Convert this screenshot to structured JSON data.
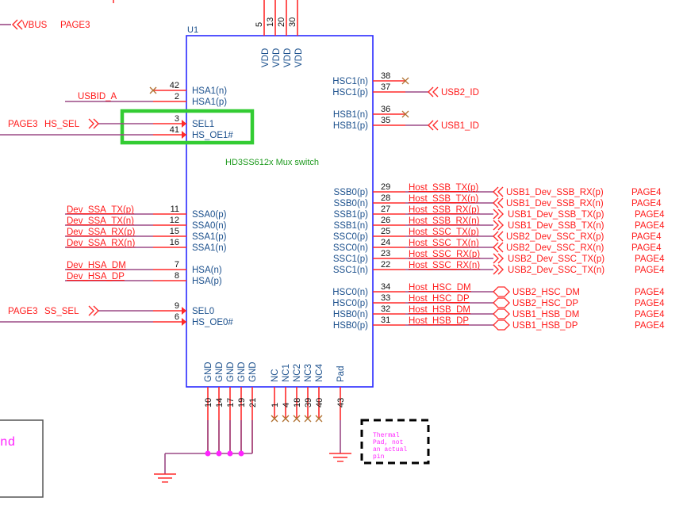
{
  "component": {
    "ref": "U1",
    "part_label": "HD3SS612x Mux switch"
  },
  "top_pins": [
    {
      "num": "5",
      "name": "VDD"
    },
    {
      "num": "13",
      "name": "VDD"
    },
    {
      "num": "20",
      "name": "VDD"
    },
    {
      "num": "30",
      "name": "VDD"
    }
  ],
  "bottom_pins": [
    {
      "num": "10",
      "name": "GND"
    },
    {
      "num": "14",
      "name": "GND"
    },
    {
      "num": "17",
      "name": "GND"
    },
    {
      "num": "19",
      "name": "GND"
    },
    {
      "num": "21",
      "name": "GND"
    },
    {
      "num": "1",
      "name": "NC"
    },
    {
      "num": "4",
      "name": "NC1"
    },
    {
      "num": "18",
      "name": "NC2"
    },
    {
      "num": "39",
      "name": "NC3"
    },
    {
      "num": "40",
      "name": "NC4"
    },
    {
      "num": "43",
      "name": "Pad"
    }
  ],
  "vbus": {
    "net": "VBUS",
    "page": "PAGE3"
  },
  "left_pins": [
    {
      "num": "42",
      "name": "HSA1(n)",
      "net": ""
    },
    {
      "num": "2",
      "name": "HSA1(p)",
      "net": "USBID_A"
    },
    {
      "num": "3",
      "name": "SEL1",
      "net": "HS_SEL",
      "page": "PAGE3"
    },
    {
      "num": "41",
      "name": "HS_OE1#",
      "net": ""
    },
    {
      "num": "11",
      "name": "SSA0(p)",
      "net": "Dev_SSA_TX(p)"
    },
    {
      "num": "12",
      "name": "SSA0(n)",
      "net": "Dev_SSA_TX(n)"
    },
    {
      "num": "15",
      "name": "SSA1(p)",
      "net": "Dev_SSA_RX(p)"
    },
    {
      "num": "16",
      "name": "SSA1(n)",
      "net": "Dev_SSA_RX(n)"
    },
    {
      "num": "7",
      "name": "HSA(n)",
      "net": "Dev_HSA_DM"
    },
    {
      "num": "8",
      "name": "HSA(p)",
      "net": "Dev_HSA_DP"
    },
    {
      "num": "9",
      "name": "SEL0",
      "net": "SS_SEL",
      "page": "PAGE3"
    },
    {
      "num": "6",
      "name": "HS_OE0#",
      "net": ""
    }
  ],
  "right_pins": [
    {
      "num": "38",
      "name": "HSC1(n)",
      "net": ""
    },
    {
      "num": "37",
      "name": "HSC1(p)",
      "net": "USB2_ID"
    },
    {
      "num": "36",
      "name": "HSB1(n)",
      "net": ""
    },
    {
      "num": "35",
      "name": "HSB1(p)",
      "net": "USB1_ID"
    },
    {
      "num": "29",
      "name": "SSB0(p)",
      "net": "Host_SSB_TX(p)",
      "port": "USB1_Dev_SSB_RX(p)",
      "page": "PAGE4"
    },
    {
      "num": "28",
      "name": "SSB0(n)",
      "net": "Host_SSB_TX(n)",
      "port": "USB1_Dev_SSB_RX(n)",
      "page": "PAGE4"
    },
    {
      "num": "27",
      "name": "SSB1(p)",
      "net": "Host_SSB_RX(p)",
      "port": "USB1_Dev_SSB_TX(p)",
      "page": "PAGE4"
    },
    {
      "num": "26",
      "name": "SSB1(n)",
      "net": "Host_SSB_RX(n)",
      "port": "USB1_Dev_SSB_TX(n)",
      "page": "PAGE4"
    },
    {
      "num": "25",
      "name": "SSC0(p)",
      "net": "Host_SSC_TX(p)",
      "port": "USB2_Dev_SSC_RX(p)",
      "page": "PAGE4"
    },
    {
      "num": "24",
      "name": "SSC0(n)",
      "net": "Host_SSC_TX(n)",
      "port": "USB2_Dev_SSC_RX(n)",
      "page": "PAGE4"
    },
    {
      "num": "23",
      "name": "SSC1(p)",
      "net": "Host_SSC_RX(p)",
      "port": "USB2_Dev_SSC_TX(p)",
      "page": "PAGE4"
    },
    {
      "num": "22",
      "name": "SSC1(n)",
      "net": "Host_SSC_RX(n)",
      "port": "USB2_Dev_SSC_TX(n)",
      "page": "PAGE4"
    },
    {
      "num": "34",
      "name": "HSC0(n)",
      "net": "Host_HSC_DM",
      "port": "USB2_HSC_DM",
      "page": "PAGE4"
    },
    {
      "num": "33",
      "name": "HSC0(p)",
      "net": "Host_HSC_DP",
      "port": "USB2_HSC_DP",
      "page": "PAGE4"
    },
    {
      "num": "32",
      "name": "HSB0(n)",
      "net": "Host_HSB_DM",
      "port": "USB1_HSB_DM",
      "page": "PAGE4"
    },
    {
      "num": "31",
      "name": "HSB0(p)",
      "net": "Host_HSB_DP",
      "port": "USB1_HSB_DP",
      "page": "PAGE4"
    }
  ],
  "note_thermal": "Thermal Pad, not an actual pin",
  "note_thermal_lines": [
    "Thermal",
    "Pad, not",
    "an actual",
    "pin"
  ],
  "note_left_fragment": "nd",
  "colors": {
    "pin": "#ff2a2a",
    "wire": "#9b4a86",
    "body": "#2a2aff",
    "pin_name": "#1a4f8c",
    "net": "#ff1a1a",
    "highlight": "#33cc33",
    "junction": "#ff22ff"
  }
}
